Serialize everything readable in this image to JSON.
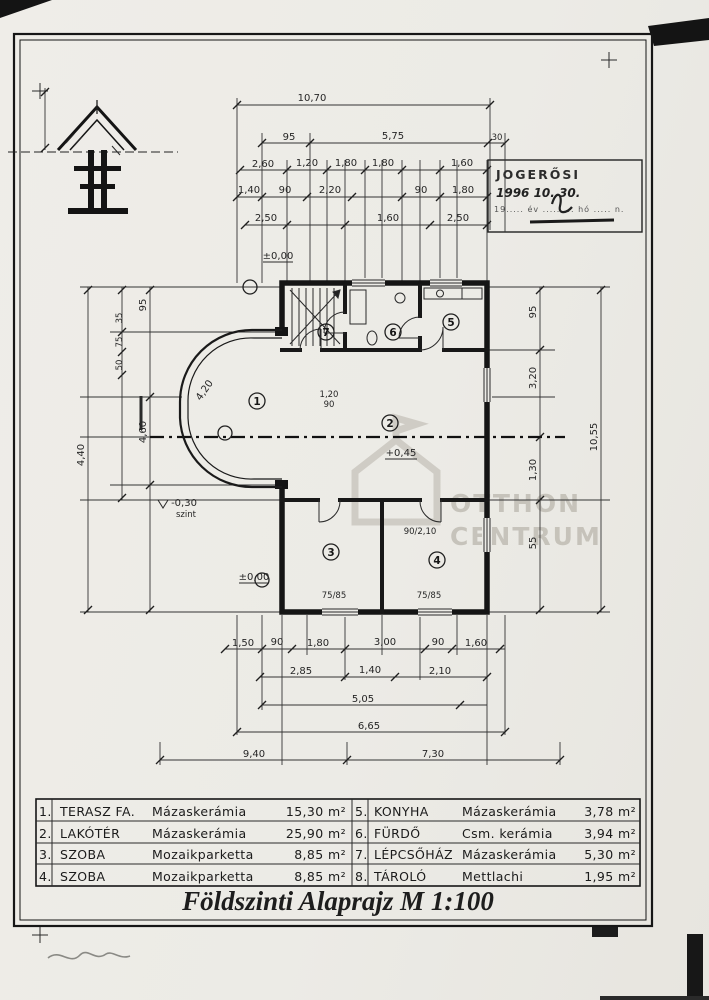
{
  "title": {
    "text": "Földszinti Alaprajz M 1:100"
  },
  "stamp": {
    "title": "JOGERŐSI",
    "date": "1996 10. 30.",
    "form_line": "19..... év ......... hó ..... n."
  },
  "watermark": {
    "line1": "OTTHON",
    "line2": "CENTRUM"
  },
  "plan": {
    "rooms": [
      "1",
      "2",
      "3",
      "4",
      "5",
      "6",
      "7"
    ]
  },
  "dims": [
    "10,70",
    "95",
    "5,75",
    "30",
    "2,60",
    "1,20",
    "1,80",
    "1,80",
    "1,60",
    "1,40",
    "90",
    "2,20",
    "90",
    "1,80",
    "2,50",
    "1,60",
    "2,50",
    "±0,00",
    "35",
    "75",
    "50",
    "95",
    "4,60",
    "4,40",
    "95",
    "3,20",
    "1,30",
    "55",
    "10,55",
    "1,50",
    "90",
    "1,80",
    "3,00",
    "90",
    "1,60",
    "2,85",
    "1,40",
    "2,10",
    "5,05",
    "6,65",
    "9,40",
    "7,30",
    "1,20",
    "90",
    "90/2,10",
    "75/85",
    "75/85",
    "4,20",
    "-0,30",
    "szint",
    "+0,45",
    "±0,00"
  ],
  "legend": {
    "rows": [
      {
        "num": "1.",
        "name": "TERASZ FA.",
        "material": "Mázaskerámia",
        "area": "15,30 m²"
      },
      {
        "num": "2.",
        "name": "LAKÓTÉR",
        "material": "Mázaskerámia",
        "area": "25,90 m²"
      },
      {
        "num": "3.",
        "name": "SZOBA",
        "material": "Mozaikparketta",
        "area": "8,85 m²"
      },
      {
        "num": "4.",
        "name": "SZOBA",
        "material": "Mozaikparketta",
        "area": "8,85 m²"
      },
      {
        "num": "5.",
        "name": "KONYHA",
        "material": "Mázaskerámia",
        "area": "3,78 m²"
      },
      {
        "num": "6.",
        "name": "FÜRDŐ",
        "material": "Csm. kerámia",
        "area": "3,94 m²"
      },
      {
        "num": "7.",
        "name": "LÉPCSŐHÁZ",
        "material": "Mázaskerámia",
        "area": "5,30 m²"
      },
      {
        "num": "8.",
        "name": "TÁROLÓ",
        "material": "Mettlachi",
        "area": "1,95 m²"
      }
    ]
  }
}
